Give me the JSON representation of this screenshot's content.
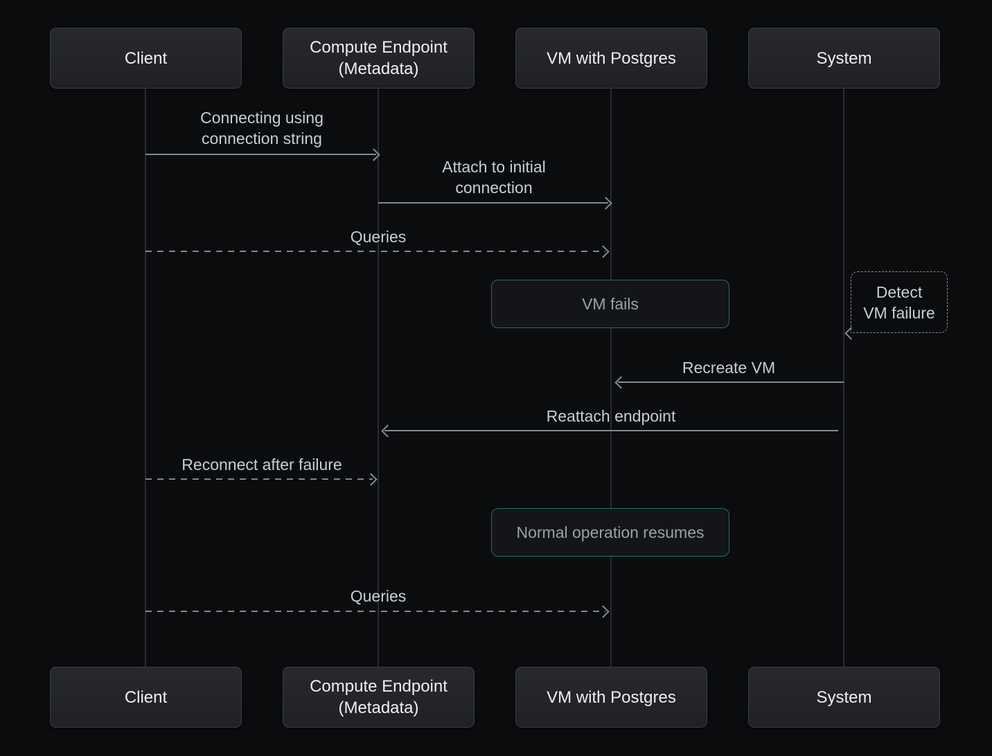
{
  "diagram": {
    "type": "sequence-diagram",
    "actors": [
      {
        "label": "Client"
      },
      {
        "label": "Compute Endpoint (Metadata)"
      },
      {
        "label": "VM with Postgres"
      },
      {
        "label": "System"
      }
    ],
    "messages": [
      {
        "label": "Connecting using connection string",
        "from": "Client",
        "to": "Compute Endpoint (Metadata)",
        "line": "solid",
        "direction": "right"
      },
      {
        "label": "Attach to initial connection",
        "from": "Compute Endpoint (Metadata)",
        "to": "VM with Postgres",
        "line": "solid",
        "direction": "right"
      },
      {
        "label": "Queries",
        "from": "Client",
        "to": "VM with Postgres",
        "line": "dashed",
        "direction": "right"
      },
      {
        "label": "Recreate VM",
        "from": "System",
        "to": "VM with Postgres",
        "line": "solid",
        "direction": "left"
      },
      {
        "label": "Reattach endpoint",
        "from": "System",
        "to": "Compute Endpoint (Metadata)",
        "line": "solid",
        "direction": "left"
      },
      {
        "label": "Reconnect after failure",
        "from": "Client",
        "to": "Compute Endpoint (Metadata)",
        "line": "dashed",
        "direction": "right"
      },
      {
        "label": "Queries",
        "from": "Client",
        "to": "VM with Postgres",
        "line": "dashed",
        "direction": "right"
      }
    ],
    "states": [
      {
        "label": "VM fails",
        "on": "VM with Postgres"
      },
      {
        "label": "Normal operation resumes",
        "on": "VM with Postgres"
      }
    ],
    "note": {
      "label": "Detect VM failure",
      "on": "System"
    },
    "colors": {
      "background": "#0b0c0e",
      "actor_fill_top": "#27292d",
      "actor_fill_bottom": "#1f2125",
      "actor_border": "#3b3e43",
      "actor_text": "#edeff2",
      "lifeline": "#2a2c30",
      "arrow": "#84898f",
      "message_text": "#c8cdd3",
      "state_border": "#20745a",
      "state_fill": "#131518",
      "state_text": "#9aa1a8",
      "note_border": "#888d93"
    }
  }
}
